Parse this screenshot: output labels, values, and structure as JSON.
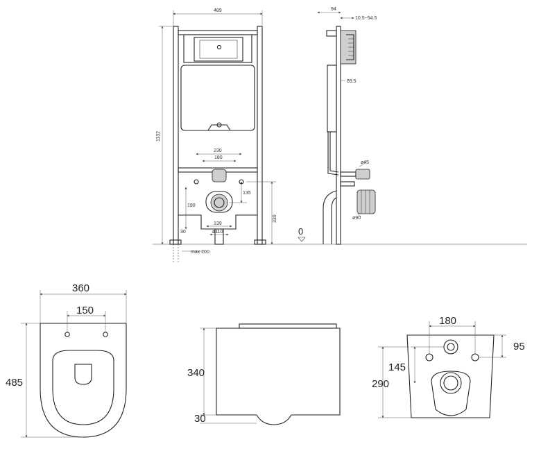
{
  "frame_front": {
    "width": "489",
    "height": "1132",
    "d230": "230",
    "d180": "180",
    "d135": "135",
    "d190": "190",
    "d330": "330",
    "d139": "139",
    "d110": "ø110",
    "d30": "30",
    "max200": "max 200"
  },
  "frame_side": {
    "d94": "94",
    "d10_54": "10.5~54.5",
    "d89": "89.5",
    "d45": "ø45",
    "d90": "ø90",
    "zero": "0"
  },
  "bowl_top": {
    "width": "360",
    "holes": "150",
    "length": "485"
  },
  "bowl_side": {
    "height": "340",
    "base": "30"
  },
  "bowl_back": {
    "d180": "180",
    "d95": "95",
    "d145": "145",
    "d290": "290"
  }
}
